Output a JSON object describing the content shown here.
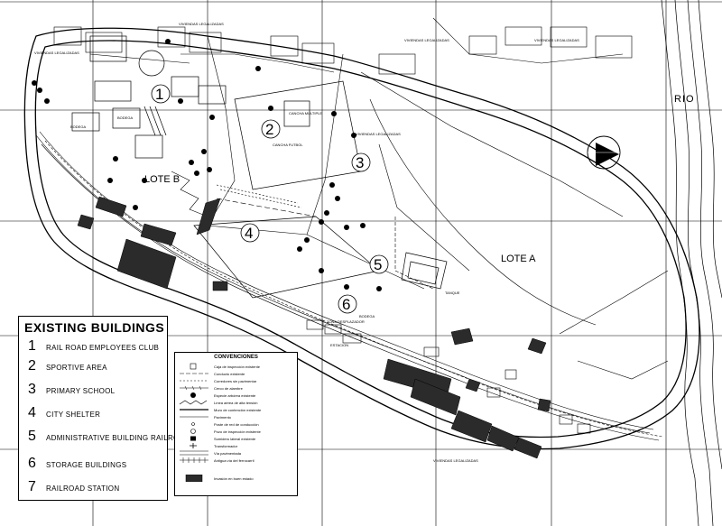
{
  "map": {
    "lotes": [
      "LOTE B",
      "LOTE A"
    ],
    "river_label": "RIO",
    "zone_numbers": [
      "1",
      "2",
      "3",
      "4",
      "5",
      "6"
    ],
    "area_labels": {
      "cancha_multiple": "CANCHA MULTIPLE",
      "cancha_futbol": "CANCHA FUTBOL",
      "bodega_1": "BODEGA",
      "bodega_2": "BODEGA",
      "bodega_3": "BODEGA",
      "zona_desplazador": "ZONA DESPLAZADOR",
      "estacion": "ESTACION",
      "tanque": "TANQUE",
      "vivienda_1": "VIVIENDAS LEGALIZADAS",
      "vivienda_2": "VIVIENDAS LEGALIZADAS",
      "vivienda_3": "VIVIENDAS LEGALIZADAS",
      "vivienda_4": "VIVIENDAS LEGALIZADAS",
      "vivienda_5": "VIVIENDAS LEGALIZADAS",
      "vivienda_6": "VIVIENDAS LEGALIZADAS"
    }
  },
  "legend": {
    "title": "EXISTING BUILDINGS",
    "items": [
      {
        "num": "1",
        "label": "RAIL ROAD EMPLOYEES CLUB"
      },
      {
        "num": "2",
        "label": "SPORTIVE AREA"
      },
      {
        "num": "3",
        "label": "PRIMARY SCHOOL"
      },
      {
        "num": "4",
        "label": "CITY SHELTER"
      },
      {
        "num": "5",
        "label": "ADMINISTRATIVE BUILDING RAILROAD"
      },
      {
        "num": "6",
        "label": "STORAGE BUILDINGS"
      },
      {
        "num": "7",
        "label": "RAILROAD STATION"
      }
    ]
  },
  "conventions": {
    "title": "CONVENCIONES",
    "items": [
      "Caja de inspección existente",
      "Conducto existente",
      "Corredores sin pavimentar",
      "Cerco de alambre",
      "Especie arbórea existente",
      "Línea aérea de alta tensión",
      "Muro de contención existente",
      "Pavimento",
      "Poste de red de conducción",
      "Pozo de inspección existente",
      "Sumidero lateral existente",
      "Transformador",
      "Vía pavimentada",
      "Antigua vía del ferrocarril",
      "Invasión en buen estado"
    ]
  }
}
